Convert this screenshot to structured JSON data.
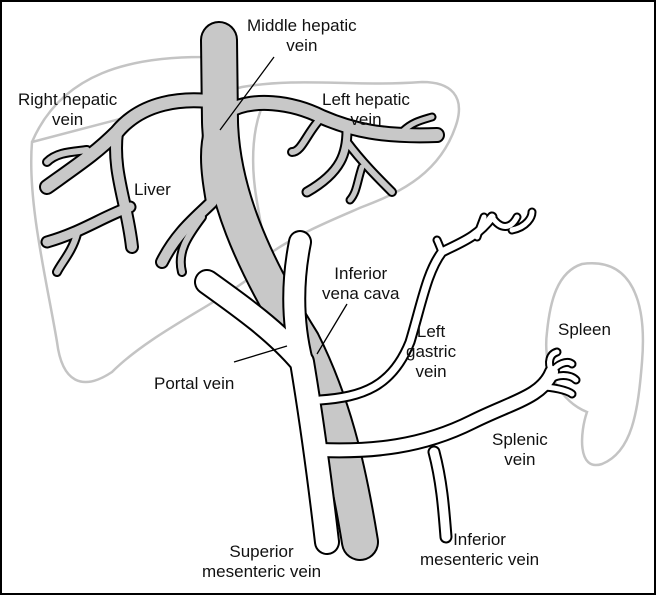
{
  "colors": {
    "outline": "#c4c4c4",
    "vein_gray": "#c8c8c8",
    "portal_white": "#ffffff",
    "stroke": "#000000"
  },
  "labels": {
    "middle_hepatic": [
      "Middle hepatic",
      "vein"
    ],
    "right_hepatic": [
      "Right hepatic",
      "vein"
    ],
    "left_hepatic": [
      "Left hepatic",
      "vein"
    ],
    "liver": [
      "Liver"
    ],
    "ivc": [
      "Inferior",
      "vena cava"
    ],
    "left_gastric": [
      "Left",
      "gastric",
      "vein"
    ],
    "spleen": [
      "Spleen"
    ],
    "portal": [
      "Portal vein"
    ],
    "splenic": [
      "Splenic",
      "vein"
    ],
    "superior_mesenteric": [
      "Superior",
      "mesenteric vein"
    ],
    "inferior_mesenteric": [
      "Inferior",
      "mesenteric vein"
    ]
  }
}
